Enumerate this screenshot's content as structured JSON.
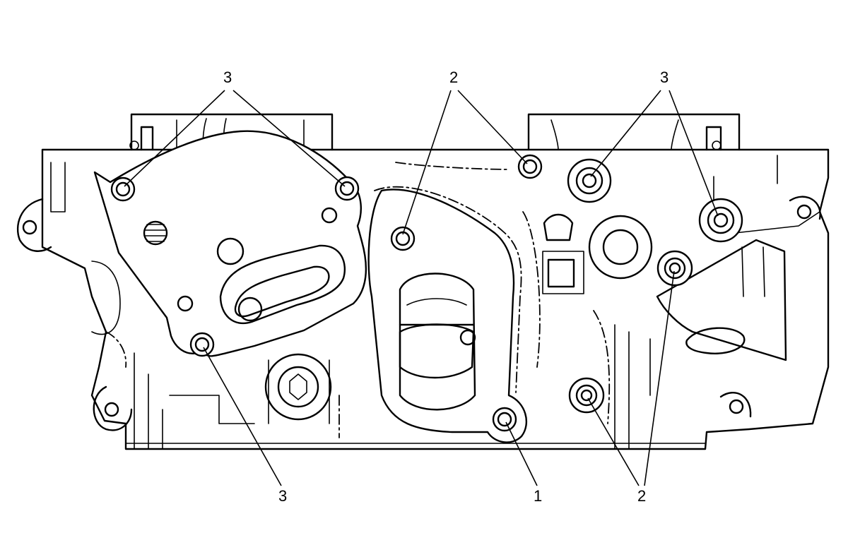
{
  "callouts": {
    "top_left": "3",
    "top_center": "2",
    "top_right": "3",
    "bottom_left": "3",
    "bottom_center": "1",
    "bottom_right": "2"
  }
}
